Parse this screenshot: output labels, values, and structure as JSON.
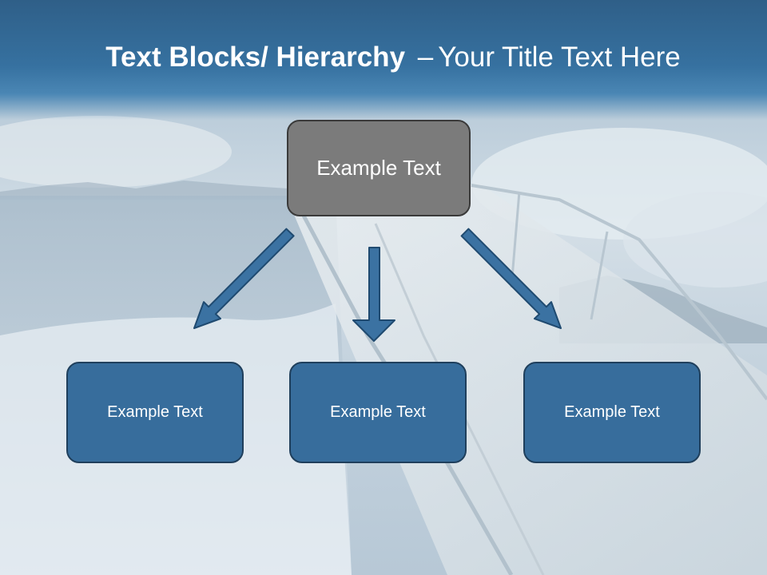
{
  "title": {
    "bold": "Text Blocks/ Hierarchy",
    "dash": "–",
    "rest": "Your Title Text Here"
  },
  "diagram": {
    "root": {
      "label": "Example Text"
    },
    "children": [
      {
        "label": "Example Text"
      },
      {
        "label": "Example Text"
      },
      {
        "label": "Example Text"
      }
    ]
  },
  "colors": {
    "title_band": "#3671a0",
    "root_fill": "#7b7b7b",
    "child_fill": "#376d9c",
    "arrow_fill": "#3b72a2",
    "arrow_stroke": "#1f4a70"
  }
}
